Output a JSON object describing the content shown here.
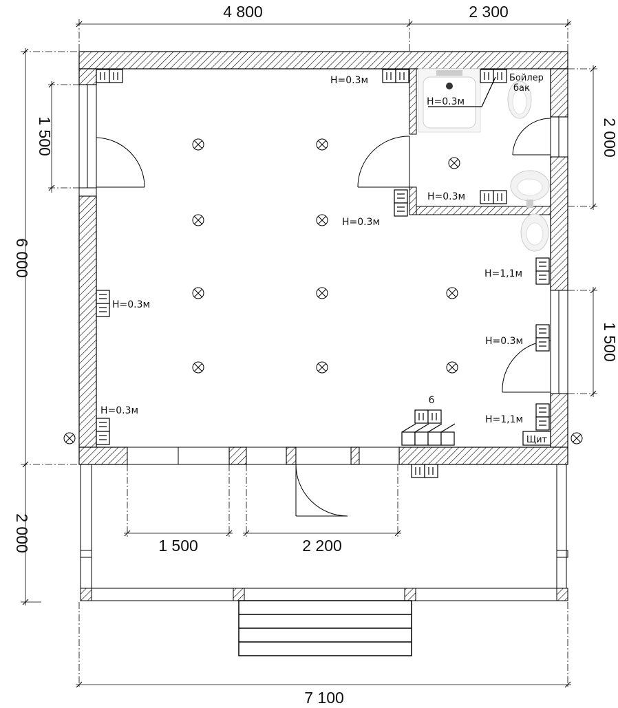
{
  "dims": {
    "top_left": "4 800",
    "top_right": "2 300",
    "left_total": "6 000",
    "left_window": "1 500",
    "left_porch": "2 000",
    "right_bath": "2 000",
    "right_window": "1 500",
    "porch_window": "1 500",
    "porch_door": "2 200",
    "bottom_total": "7 100"
  },
  "labels": {
    "socket_h03": "H=0.3м",
    "socket_h11": "H=1,1м",
    "boiler_line1": "Бойлер",
    "boiler_line2": "бак",
    "switch_count": "6",
    "panel": "Щит"
  }
}
